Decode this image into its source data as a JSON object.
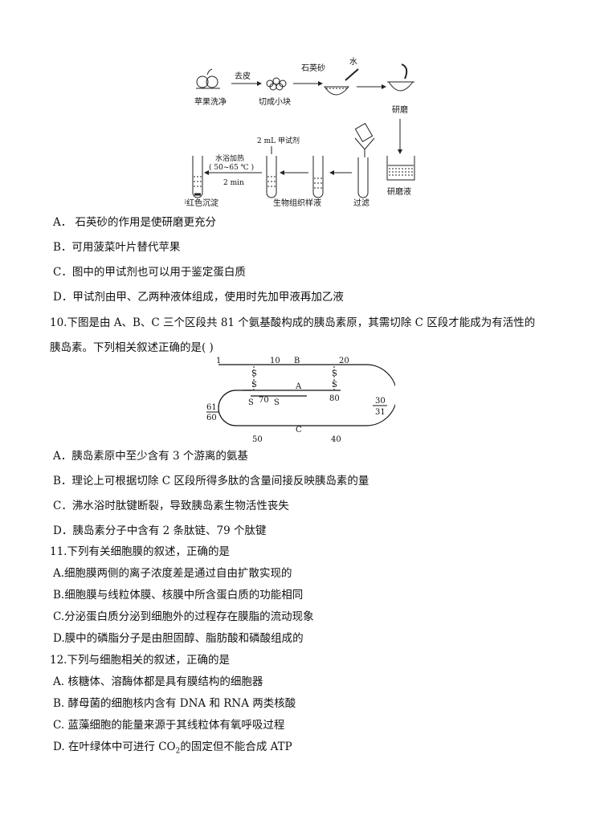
{
  "figure1": {
    "labels": {
      "apple_wash": "苹果洗净",
      "peel": "去皮",
      "cut": "切成小块",
      "quartz_sand": "石英砂",
      "water": "水",
      "grind": "研磨",
      "reagent": "2 mL 甲试剂",
      "water_bath": "水浴加热",
      "temp": "( 50~65 ℃ )",
      "time": "2 min",
      "precipitate": "砖红色沉淀",
      "sample": "生物组织样液",
      "filter": "过滤",
      "grind_liquid": "研磨液"
    }
  },
  "q9": {
    "options": [
      "A．  石英砂的作用是使研磨更充分",
      "B．可用菠菜叶片替代苹果",
      "C．图中的甲试剂也可以用于鉴定蛋白质",
      "D．甲试剂由甲、乙两种液体组成，使用时先加甲液再加乙液"
    ]
  },
  "q10": {
    "stem_line1": "10.下图是由 A、B、C 三个区段共 81 个氨基酸构成的胰岛素原，其需切除 C 区段才能成为有活性的",
    "stem_line2": "胰岛素。下列相关叙述正确的是(      )",
    "figure": {
      "n1": "1",
      "n10": "10",
      "lb": "B",
      "n20": "20",
      "s": "S",
      "la": "A",
      "n70": "70",
      "n80": "80",
      "n61": "61",
      "n60": "60",
      "n30": "30",
      "n31": "31",
      "n50": "50",
      "lc": "C",
      "n40": "40"
    },
    "options": [
      "A．胰岛素原中至少含有 3 个游离的氨基",
      "B．理论上可根据切除 C 区段所得多肽的含量间接反映胰岛素的量",
      "C．沸水浴时肽键断裂，导致胰岛素生物活性丧失",
      "D．胰岛素分子中含有 2 条肽链、79 个肽键"
    ]
  },
  "q11": {
    "stem": "11.下列有关细胞膜的叙述，正确的是",
    "options": [
      "A.细胞膜两侧的离子浓度差是通过自由扩散实现的",
      "B.细胞膜与线粒体膜、核膜中所含蛋白质的功能相同",
      "C.分泌蛋白质分泌到细胞外的过程存在膜脂的流动现象",
      "D.膜中的磷脂分子是由胆固醇、脂肪酸和磷酸组成的"
    ]
  },
  "q12": {
    "stem": "12.下列与细胞相关的叙述，正确的是",
    "options": [
      "A.  核糖体、溶酶体都是具有膜结构的细胞器",
      "B.  酵母菌的细胞核内含有 DNA 和 RNA 两类核酸",
      "C.  蓝藻细胞的能量来源于其线粒体有氧呼吸过程"
    ],
    "option_d_pre": "D.  在叶绿体中可进行 CO",
    "option_d_sub": "2",
    "option_d_post": "的固定但不能合成 ATP"
  }
}
